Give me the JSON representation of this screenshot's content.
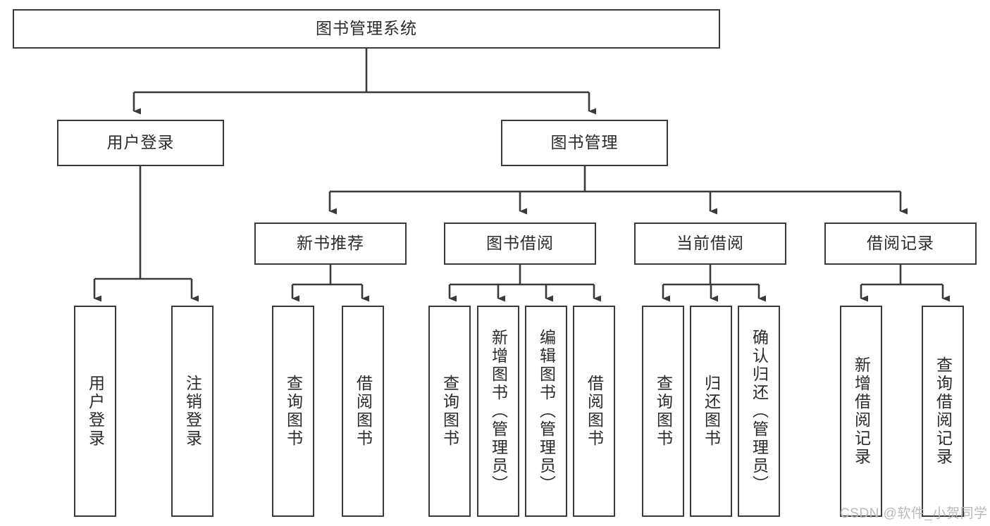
{
  "diagram": {
    "title": "图书管理系统",
    "type": "hierarchy-tree",
    "colors": {
      "box_border": "#3a3a3a",
      "box_fill": "#ffffff",
      "edge": "#3a3a3a",
      "text": "#2b2b2b",
      "watermark": "#b9b9b9"
    },
    "levels": {
      "root": {
        "label": "图书管理系统"
      },
      "level2": [
        {
          "id": "user-login",
          "label": "用户登录"
        },
        {
          "id": "book-management",
          "label": "图书管理"
        }
      ],
      "level3": [
        {
          "id": "new-book-recommend",
          "label": "新书推荐"
        },
        {
          "id": "book-borrow",
          "label": "图书借阅"
        },
        {
          "id": "current-borrow",
          "label": "当前借阅"
        },
        {
          "id": "borrow-record",
          "label": "借阅记录"
        }
      ],
      "leaves": {
        "user_login": [
          {
            "id": "leaf-user-login",
            "label": "用户登录"
          },
          {
            "id": "leaf-logout-login",
            "label": "注销登录"
          }
        ],
        "new_book_recommend": [
          {
            "id": "leaf-query-book-1",
            "label": "查询图书"
          },
          {
            "id": "leaf-borrow-book-1",
            "label": "借阅图书"
          }
        ],
        "book_borrow": [
          {
            "id": "leaf-query-book-2",
            "label": "查询图书"
          },
          {
            "id": "leaf-add-book",
            "label": "新增图书（管理员）"
          },
          {
            "id": "leaf-edit-book",
            "label": "编辑图书（管理员）"
          },
          {
            "id": "leaf-borrow-book-2",
            "label": "借阅图书"
          }
        ],
        "current_borrow": [
          {
            "id": "leaf-query-book-3",
            "label": "查询图书"
          },
          {
            "id": "leaf-return-book",
            "label": "归还图书"
          },
          {
            "id": "leaf-confirm-return",
            "label": "确认归还（管理员）"
          }
        ],
        "borrow_record": [
          {
            "id": "leaf-add-borrow-record",
            "label": "新增借阅记录"
          },
          {
            "id": "leaf-query-borrow-record",
            "label": "查询借阅记录"
          }
        ]
      }
    },
    "watermark": "CSDN @软件_小贺同学"
  }
}
